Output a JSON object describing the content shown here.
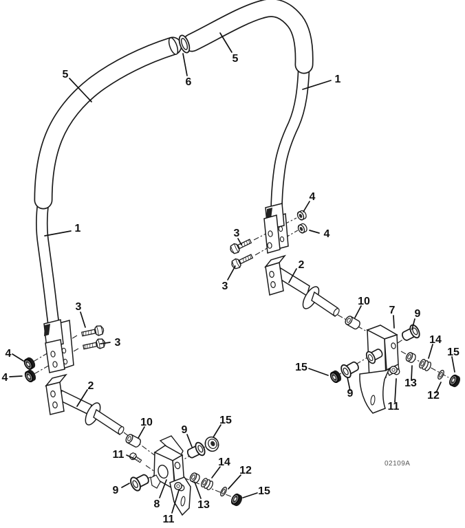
{
  "figure": {
    "drawing_code": "02109A",
    "background": "#ffffff",
    "ink": "#1a1a1a",
    "callouts": {
      "pad_left": "5",
      "coupler": "6",
      "pad_right": "5",
      "upright_right": "1",
      "upright_left": "1",
      "nut_right_top": "4",
      "bolt_right_top": "3",
      "nut_right_bottom": "4",
      "bolt_right_bottom": "3",
      "pivot_right": "2",
      "bolt_left_top": "3",
      "bolt_left_bottom": "3",
      "nut_left_top": "4",
      "nut_left_bottom": "4",
      "pivot_left": "2",
      "spacer_left": "10",
      "pin_left": "11",
      "bushing_left_lower": "9",
      "plate": "8",
      "pin_bottom": "11",
      "washer13_left": "13",
      "bushing_left_upper": "9",
      "locknut_left_top": "15",
      "lockwasher_left": "14",
      "washer12_left": "12",
      "locknut_left_bottom": "15",
      "spacer_right": "10",
      "bracket": "7",
      "bushing_right_top": "9",
      "lockwasher_right": "14",
      "locknut_right_outer": "15",
      "locknut_right_inner": "15",
      "bushing_right_lower": "9",
      "washer13_right": "13",
      "washer12_right": "12",
      "pin_right": "11"
    }
  }
}
